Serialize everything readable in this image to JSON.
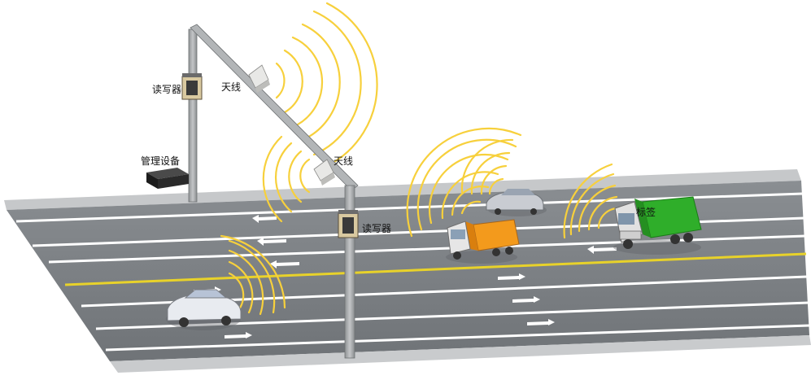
{
  "labels": {
    "reader_top": "读写器",
    "antenna_top": "天线",
    "management_device": "管理设备",
    "antenna_bottom": "天线",
    "reader_bottom": "读写器",
    "tag": "标签"
  },
  "colors": {
    "road": "#7c8084",
    "road_edge": "#c9cbcd",
    "lane_line": "#ffffff",
    "center_line": "#e8d22a",
    "pole": "#a6a9ab",
    "signal_wave": "#f7d03c",
    "truck_orange": "#f39a1c",
    "truck_green": "#2fae2a",
    "car_silver": "#c9ccd2"
  }
}
